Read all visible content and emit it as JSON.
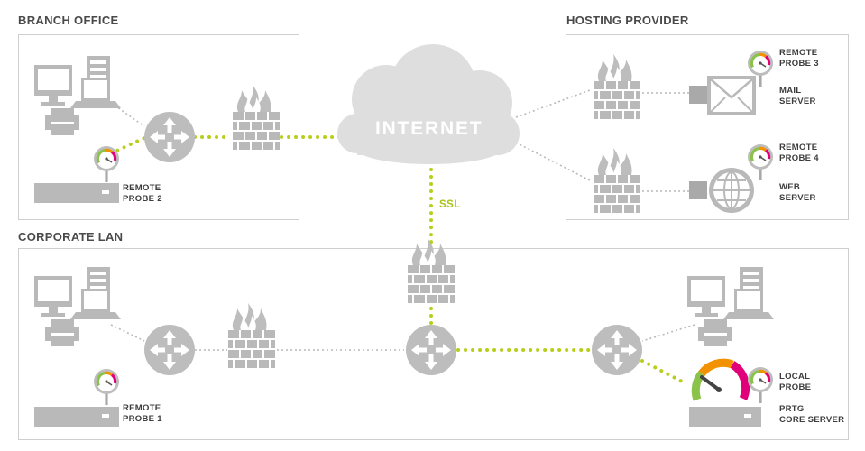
{
  "sections": {
    "branch_office": "BRANCH OFFICE",
    "hosting_provider": "HOSTING PROVIDER",
    "corporate_lan": "CORPORATE LAN"
  },
  "cloud_label": "INTERNET",
  "link_label": "SSL",
  "nodes": {
    "remote_probe_2": [
      "REMOTE",
      "PROBE 2"
    ],
    "remote_probe_3": [
      "REMOTE",
      "PROBE 3"
    ],
    "mail_server": [
      "MAIL",
      "SERVER"
    ],
    "remote_probe_4": [
      "REMOTE",
      "PROBE 4"
    ],
    "web_server": [
      "WEB",
      "SERVER"
    ],
    "remote_probe_1": [
      "REMOTE",
      "PROBE 1"
    ],
    "local_probe": [
      "LOCAL",
      "PROBE"
    ],
    "prtg_core_server": [
      "PRTG",
      "CORE SERVER"
    ]
  },
  "colors": {
    "device": "#b9b9b9",
    "device_dark": "#8f8f8f",
    "box_border": "#cfcfcf",
    "text": "#3c3c3c",
    "link_secure": "#b7cf1a",
    "link_plain": "#bdbdbd",
    "gauge_orange": "#f39200",
    "gauge_red": "#e2007a"
  },
  "icons": [
    "router-icon",
    "firewall-icon",
    "workstation-icon",
    "probe-gauge-icon",
    "mail-icon",
    "globe-icon",
    "cloud-icon"
  ]
}
